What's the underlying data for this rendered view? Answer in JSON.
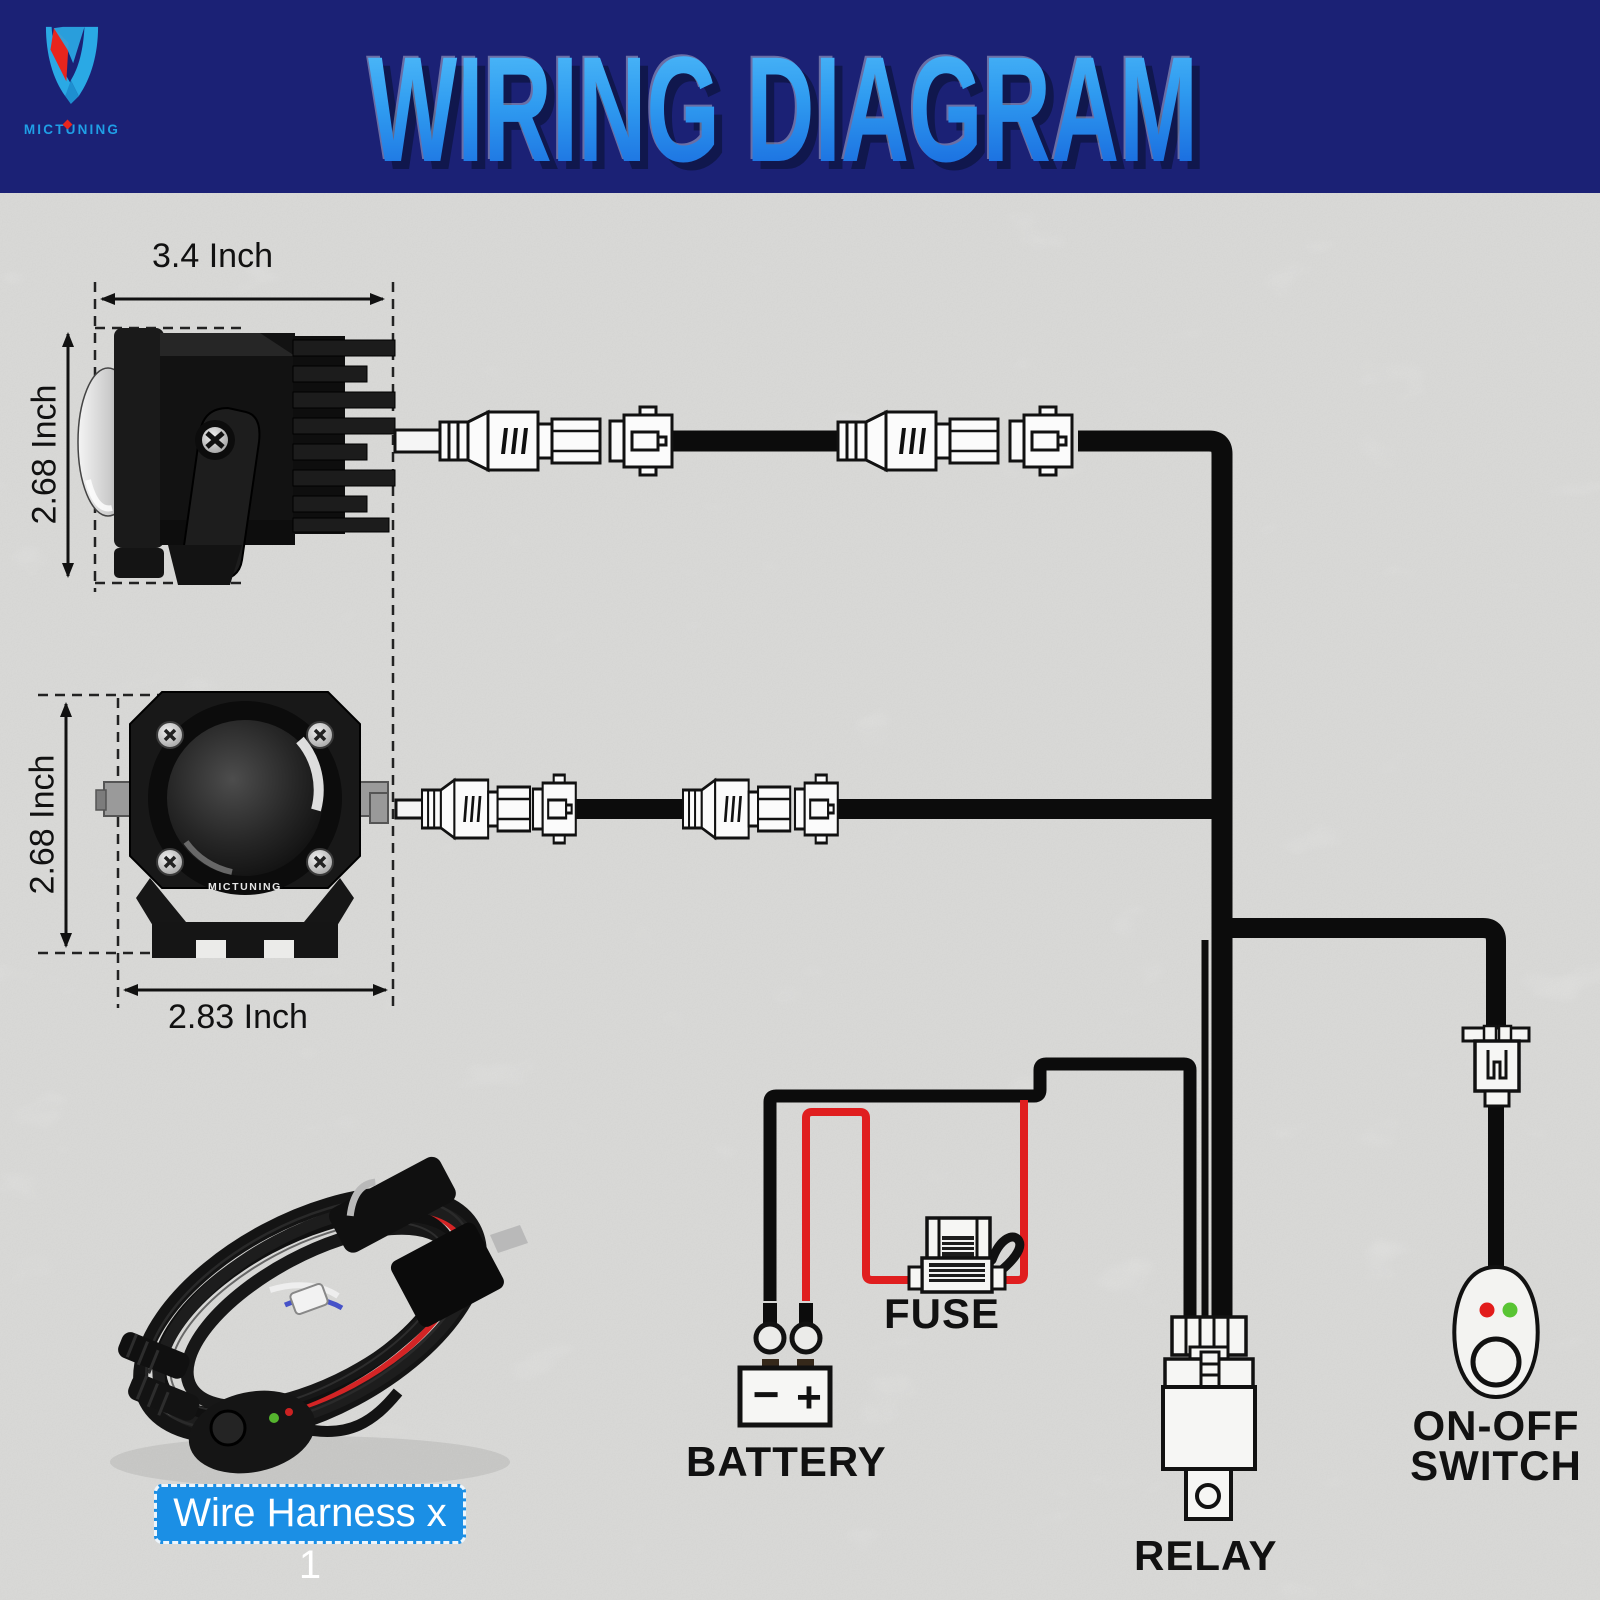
{
  "header": {
    "brand": "MICTUNING",
    "title": "WIRING DIAGRAM"
  },
  "lights": {
    "side_view": {
      "width_label": "3.4 Inch",
      "height_label": "2.68 Inch"
    },
    "front_view": {
      "width_label": "2.83 Inch",
      "height_label": "2.68 Inch",
      "lens_brand": "MICTUNING"
    }
  },
  "battery": {
    "label": "BATTERY",
    "minus_label": "−",
    "plus_label": "+"
  },
  "components": {
    "fuse_label": "FUSE",
    "relay_label": "RELAY",
    "switch_label_line1": "ON-OFF",
    "switch_label_line2": "SWITCH"
  },
  "badge": {
    "label": "Wire Harness x 1"
  },
  "colors": {
    "banner_navy": "#1b2175",
    "title_blue_top": "#55c2fa",
    "title_blue_bottom": "#1767dd",
    "brand_blue": "#1f9fe6",
    "brand_red": "#e8251d",
    "wire_black": "#0c0c0c",
    "wire_red": "#e01e1f",
    "badge_blue": "#1b8fe5",
    "led_red": "#e21b1b",
    "led_green": "#58c433"
  }
}
